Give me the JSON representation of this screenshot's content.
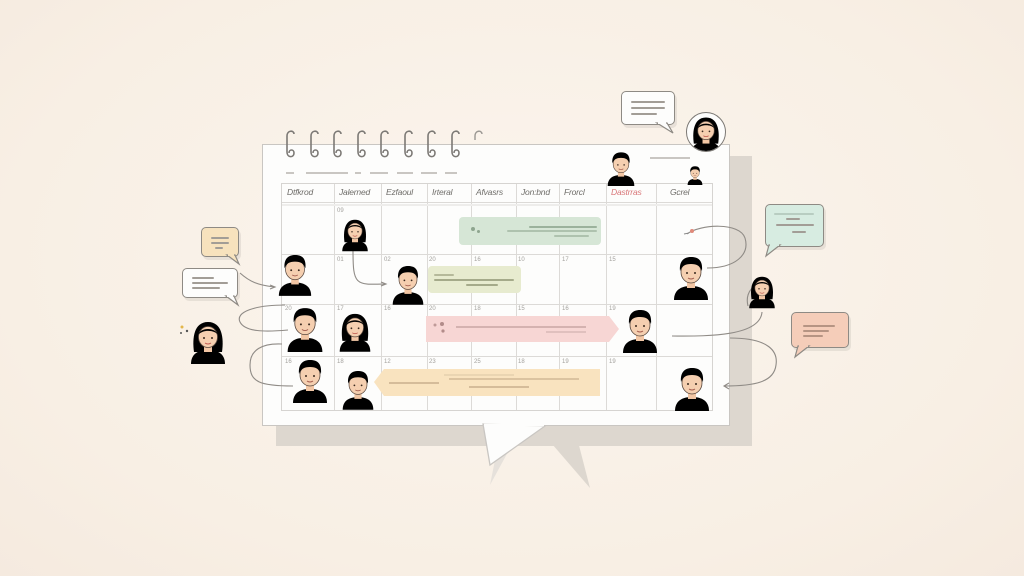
{
  "scene": {
    "description": "Illustration of a shared wall calendar with team member avatars, event bars and chat bubbles",
    "background_color": "#f8efe4"
  },
  "calendar": {
    "ring_count": 9,
    "header_days": [
      {
        "label": "Dtfkrod",
        "highlight": false
      },
      {
        "label": "Jalerned",
        "highlight": false
      },
      {
        "label": "Ezfaoul",
        "highlight": false
      },
      {
        "label": "Irteral",
        "highlight": false
      },
      {
        "label": "Afvasrs",
        "highlight": false
      },
      {
        "label": "Jon:bnd",
        "highlight": false
      },
      {
        "label": "Frorcl",
        "highlight": false
      },
      {
        "label": "Dastrras",
        "highlight": true
      },
      {
        "label": "Gcrel",
        "highlight": false
      }
    ],
    "day_numbers": {
      "row1": [
        "",
        "09",
        "",
        "",
        "",
        "",
        "",
        "",
        ""
      ],
      "row2": [
        "",
        "01",
        "02",
        "20",
        "16",
        "10",
        "17",
        "15",
        ""
      ],
      "row3": [
        "20",
        "17",
        "16",
        "20",
        "18",
        "15",
        "16",
        "19",
        ""
      ],
      "row4": [
        "16",
        "18",
        "12",
        "23",
        "25",
        "18",
        "19",
        "19",
        ""
      ]
    },
    "events": [
      {
        "name": "event-green",
        "color": "#d6e6d6",
        "row": 1
      },
      {
        "name": "event-olive",
        "color": "#e7ebcf",
        "row": 2
      },
      {
        "name": "event-pink",
        "color": "#f7d6d4",
        "row": 3
      },
      {
        "name": "event-peach",
        "color": "#f9e3bf",
        "row": 4
      }
    ],
    "accent_red": "#d9787a"
  },
  "chat_bubbles": [
    {
      "name": "bubble-top",
      "color": "#fdfdfc"
    },
    {
      "name": "bubble-left-yellow",
      "color": "#f7e2bd"
    },
    {
      "name": "bubble-left-white",
      "color": "#fdfdfc"
    },
    {
      "name": "bubble-right-green",
      "color": "#d7ece1"
    },
    {
      "name": "bubble-right-salmon",
      "color": "#f5cdb9"
    }
  ]
}
